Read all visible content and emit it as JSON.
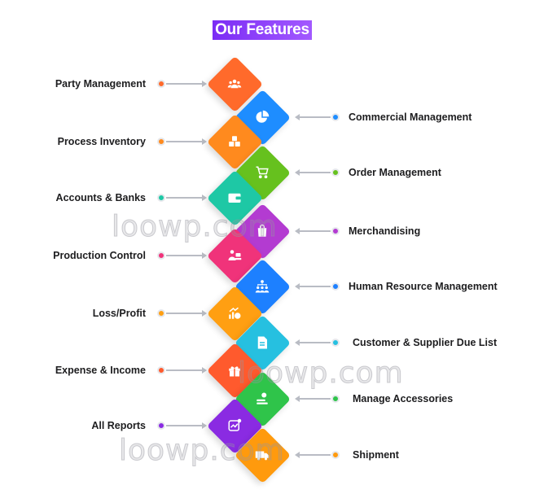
{
  "title": "Our Features",
  "left_features": [
    {
      "label": "Party Management",
      "color": "#ff6a2b",
      "icon": "people-icon"
    },
    {
      "label": "Process Inventory",
      "color": "#ff8a1e",
      "icon": "boxes-icon"
    },
    {
      "label": "Accounts & Banks",
      "color": "#1ec8a5",
      "icon": "wallet-icon"
    },
    {
      "label": "Production Control",
      "color": "#f0337a",
      "icon": "worker-icon"
    },
    {
      "label": "Loss/Profit",
      "color": "#ff9f12",
      "icon": "chart-growth-icon"
    },
    {
      "label": "Expense & Income",
      "color": "#ff5a2d",
      "icon": "gift-icon"
    },
    {
      "label": "All Reports",
      "color": "#8a2be2",
      "icon": "report-icon"
    }
  ],
  "right_features": [
    {
      "label": "Commercial Management",
      "color": "#1e8dff",
      "icon": "pie-chart-icon"
    },
    {
      "label": "Order Management",
      "color": "#66c11e",
      "icon": "cart-icon"
    },
    {
      "label": "Merchandising",
      "color": "#b33bd1",
      "icon": "shopping-bag-icon"
    },
    {
      "label": "Human Resource Management",
      "color": "#1d80ff",
      "icon": "team-icon"
    },
    {
      "label": "Customer & Supplier Due List",
      "color": "#26c0e0",
      "icon": "document-icon"
    },
    {
      "label": "Manage Accessories",
      "color": "#2fc44a",
      "icon": "accessories-icon"
    },
    {
      "label": "Shipment",
      "color": "#ff9a0d",
      "icon": "truck-icon"
    }
  ],
  "watermark": "loowp.com"
}
